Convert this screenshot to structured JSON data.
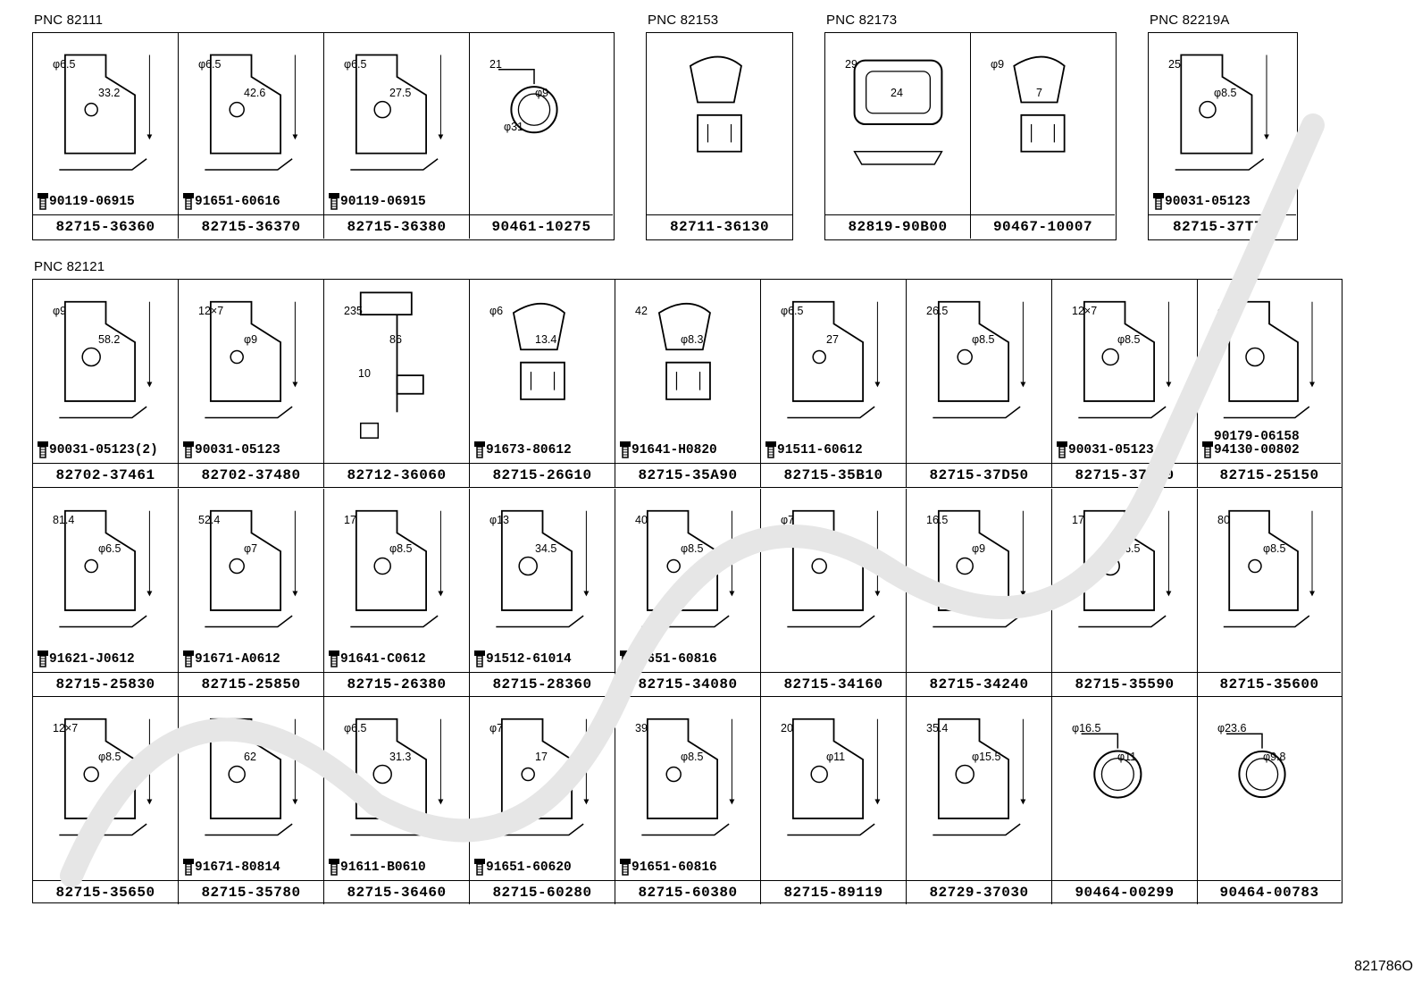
{
  "footer_code": "821786O",
  "groups": [
    {
      "pnc": "PNC 82111",
      "cells": [
        {
          "pn": "82715-36360",
          "bolt": "90119-06915",
          "dims": [
            "φ6.5",
            "33.2"
          ],
          "icon": "bracket-icon"
        },
        {
          "pn": "82715-36370",
          "bolt": "91651-60616",
          "dims": [
            "φ6.5",
            "42.6"
          ],
          "icon": "bracket-icon"
        },
        {
          "pn": "82715-36380",
          "bolt": "90119-06915",
          "dims": [
            "φ6.5",
            "27.5"
          ],
          "icon": "bracket-icon"
        },
        {
          "pn": "90461-10275",
          "bolt": "",
          "dims": [
            "21",
            "φ9",
            "φ31"
          ],
          "icon": "clamp-icon"
        }
      ]
    },
    {
      "pnc": "PNC 82153",
      "cells": [
        {
          "pn": "82711-36130",
          "bolt": "",
          "dims": [],
          "icon": "clip-icon"
        }
      ]
    },
    {
      "pnc": "PNC 82173",
      "cells": [
        {
          "pn": "82819-90B00",
          "bolt": "",
          "dims": [
            "29",
            "24"
          ],
          "icon": "grommet-icon"
        },
        {
          "pn": "90467-10007",
          "bolt": "",
          "dims": [
            "φ9",
            "7"
          ],
          "icon": "clip-icon"
        }
      ]
    },
    {
      "pnc": "PNC 82219A",
      "cells": [
        {
          "pn": "82715-37T70",
          "bolt": "90031-05123",
          "dims": [
            "25",
            "φ8.5"
          ],
          "icon": "bracket-icon"
        }
      ]
    },
    {
      "pnc": "PNC 82121",
      "rows": [
        [
          {
            "pn": "82702-37461",
            "bolt": "90031-05123(2)",
            "dims": [
              "φ9",
              "58.2"
            ],
            "icon": "bracket-icon"
          },
          {
            "pn": "82702-37480",
            "bolt": "90031-05123",
            "dims": [
              "12×7",
              "φ9"
            ],
            "icon": "bracket-icon"
          },
          {
            "pn": "82712-36060",
            "bolt": "",
            "dims": [
              "235",
              "86",
              "10"
            ],
            "icon": "connector-icon"
          },
          {
            "pn": "82715-26G10",
            "bolt": "91673-80612",
            "dims": [
              "φ6",
              "13.4"
            ],
            "icon": "clip-icon"
          },
          {
            "pn": "82715-35A90",
            "bolt": "91641-H0820",
            "dims": [
              "42",
              "φ8.3"
            ],
            "icon": "clip-icon"
          },
          {
            "pn": "82715-35B10",
            "bolt": "91511-60612",
            "dims": [
              "φ6.5",
              "27"
            ],
            "icon": "bracket-icon"
          },
          {
            "pn": "82715-37D50",
            "bolt": "",
            "dims": [
              "26.5",
              "φ8.5"
            ],
            "icon": "bracket-icon"
          },
          {
            "pn": "82715-37D60",
            "bolt": "90031-05123",
            "dims": [
              "12×7",
              "φ8.5"
            ],
            "icon": "bracket-icon"
          },
          {
            "pn": "82715-25150",
            "bolt": "94130-00802",
            "bolt2": "90179-06158",
            "dims": [
              "φ9"
            ],
            "icon": "bracket-icon"
          }
        ],
        [
          {
            "pn": "82715-25830",
            "bolt": "91621-J0612",
            "dims": [
              "81.4",
              "φ6.5"
            ],
            "icon": "bracket-icon"
          },
          {
            "pn": "82715-25850",
            "bolt": "91671-A0612",
            "dims": [
              "52.4",
              "φ7"
            ],
            "icon": "bracket-icon"
          },
          {
            "pn": "82715-26380",
            "bolt": "91641-C0612",
            "dims": [
              "17",
              "φ8.5"
            ],
            "icon": "bracket-icon"
          },
          {
            "pn": "82715-28360",
            "bolt": "91512-61014",
            "dims": [
              "φ13",
              "34.5"
            ],
            "icon": "bracket-icon"
          },
          {
            "pn": "82715-34080",
            "bolt": "91651-60816",
            "dims": [
              "40",
              "φ8.5"
            ],
            "icon": "bracket-icon"
          },
          {
            "pn": "82715-34160",
            "bolt": "",
            "dims": [
              "φ7",
              "17"
            ],
            "icon": "bracket-icon"
          },
          {
            "pn": "82715-34240",
            "bolt": "",
            "dims": [
              "16.5",
              "φ9"
            ],
            "icon": "bracket-icon"
          },
          {
            "pn": "82715-35590",
            "bolt": "",
            "dims": [
              "17",
              "φ6.5"
            ],
            "icon": "bracket-icon"
          },
          {
            "pn": "82715-35600",
            "bolt": "",
            "dims": [
              "80",
              "φ8.5"
            ],
            "icon": "bracket-icon"
          }
        ],
        [
          {
            "pn": "82715-35650",
            "bolt": "",
            "dims": [
              "12×7",
              "φ8.5"
            ],
            "icon": "bracket-icon"
          },
          {
            "pn": "82715-35780",
            "bolt": "91671-80814",
            "dims": [
              "φ8.5",
              "62"
            ],
            "icon": "bracket-icon"
          },
          {
            "pn": "82715-36460",
            "bolt": "91611-B0610",
            "dims": [
              "φ6.5",
              "31.3"
            ],
            "icon": "bracket-icon"
          },
          {
            "pn": "82715-60280",
            "bolt": "91651-60620",
            "dims": [
              "φ7",
              "17"
            ],
            "icon": "bracket-icon"
          },
          {
            "pn": "82715-60380",
            "bolt": "91651-60816",
            "dims": [
              "39",
              "φ8.5"
            ],
            "icon": "bracket-icon"
          },
          {
            "pn": "82715-89119",
            "bolt": "",
            "dims": [
              "20",
              "φ11"
            ],
            "icon": "bracket-icon"
          },
          {
            "pn": "82729-37030",
            "bolt": "",
            "dims": [
              "35.4",
              "φ15.5"
            ],
            "icon": "bracket-icon"
          },
          {
            "pn": "90464-00299",
            "bolt": "",
            "dims": [
              "φ16.5",
              "φ11"
            ],
            "icon": "clamp-icon"
          },
          {
            "pn": "90464-00783",
            "bolt": "",
            "dims": [
              "φ23.6",
              "φ9.8"
            ],
            "icon": "clamp-icon"
          }
        ]
      ]
    }
  ]
}
